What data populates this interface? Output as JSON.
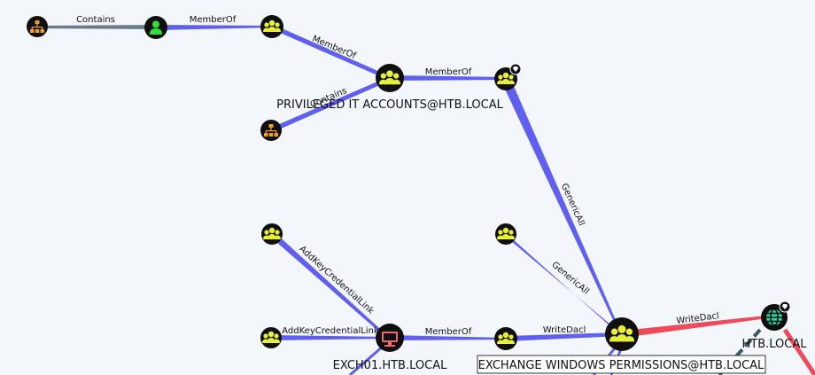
{
  "graph": {
    "nodes": {
      "ou_top": {
        "kind": "ou",
        "icon": "org-chart-icon"
      },
      "user_top": {
        "kind": "user",
        "icon": "user-icon"
      },
      "group_top": {
        "kind": "group",
        "icon": "group-icon"
      },
      "priv_it": {
        "kind": "group",
        "icon": "group-icon",
        "label": "PRIVILEGED IT ACCOUNTS@HTB.LOCAL"
      },
      "ou_mid": {
        "kind": "ou",
        "icon": "org-chart-icon"
      },
      "group_hv": {
        "kind": "group",
        "icon": "group-icon",
        "high_value": true
      },
      "group_left1": {
        "kind": "group",
        "icon": "group-icon"
      },
      "group_mid2": {
        "kind": "group",
        "icon": "group-icon"
      },
      "group_left2": {
        "kind": "group",
        "icon": "group-icon"
      },
      "exch01": {
        "kind": "computer",
        "icon": "computer-icon",
        "label": "EXCH01.HTB.LOCAL"
      },
      "group_mid3": {
        "kind": "group",
        "icon": "group-icon"
      },
      "exch_perm": {
        "kind": "group",
        "icon": "group-icon",
        "label": "EXCHANGE WINDOWS PERMISSIONS@HTB.LOCAL"
      },
      "htb_local": {
        "kind": "domain",
        "icon": "globe-icon",
        "high_value": true,
        "label": "HTB.LOCAL"
      }
    },
    "edges": {
      "e1": {
        "label": "Contains"
      },
      "e2": {
        "label": "MemberOf"
      },
      "e3": {
        "label": "MemberOf"
      },
      "e4": {
        "label": "Contains"
      },
      "e5": {
        "label": "MemberOf"
      },
      "e6": {
        "label": "GenericAll"
      },
      "e7": {
        "label": "GenericAll"
      },
      "e8": {
        "label": "AddKeyCredentialLink"
      },
      "e9": {
        "label": "AddKeyCredentialLink"
      },
      "e10": {
        "label": "MemberOf"
      },
      "e11": {
        "label": "WriteDacl"
      },
      "e12": {
        "label": "WriteDacl"
      }
    }
  },
  "colors": {
    "edge_contains": "#6b7b88",
    "edge_blue": "#5f5ff0",
    "edge_red": "#ef4a5a",
    "node_fill": "#101010",
    "group_icon": "#e6ef3a",
    "ou_icon": "#f0a020",
    "user_icon": "#2fe03a",
    "computer_icon": "#f06a70",
    "domain_icon": "#2fd6a2"
  }
}
